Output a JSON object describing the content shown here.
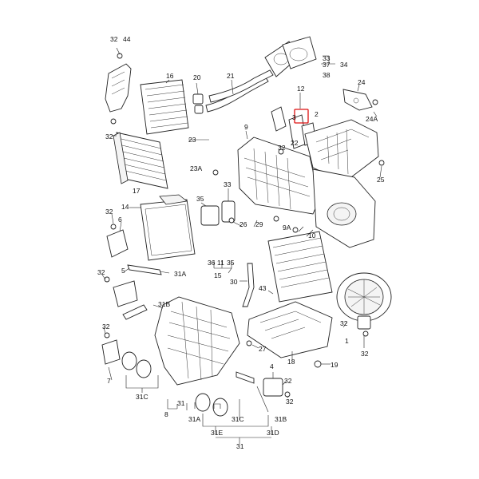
{
  "diagram": {
    "highlight_color": "#dd1111",
    "labels": {
      "l32a": "32",
      "l44": "44",
      "l16": "16",
      "l20": "20",
      "l21": "21",
      "l33": "33",
      "l37": "37",
      "l38": "38",
      "l34": "34",
      "l12": "12",
      "l24": "24",
      "l24A": "24A",
      "l3": "3",
      "l2": "2",
      "l9": "9",
      "l32b": "32",
      "l22": "22",
      "l23": "23",
      "l23A": "23A",
      "l17": "17",
      "l25": "25",
      "l14": "14",
      "l35": "35",
      "l33b": "33",
      "l32c": "32",
      "l6": "6",
      "l26": "26",
      "l29": "29",
      "l9A": "9A",
      "l10": "10",
      "l5": "5",
      "l31A": "31A",
      "l32d": "32",
      "l36": "36",
      "l11": "11",
      "l35b": "35",
      "l15": "15",
      "l32e": "32",
      "l30": "30",
      "l43": "43",
      "l31B": "31B",
      "l32f": "32",
      "l32g": "32",
      "l1": "1",
      "l32h": "32",
      "l27": "27",
      "l18": "18",
      "l19": "19",
      "l7": "7",
      "l31C": "31C",
      "l4": "4",
      "l32i": "32",
      "l32j": "32",
      "l8": "8",
      "l31": "31",
      "l31Ab": "31A",
      "l31Cb": "31C",
      "l31Bb": "31B",
      "l31E": "31E",
      "l31D": "31D",
      "l31b": "31"
    }
  }
}
